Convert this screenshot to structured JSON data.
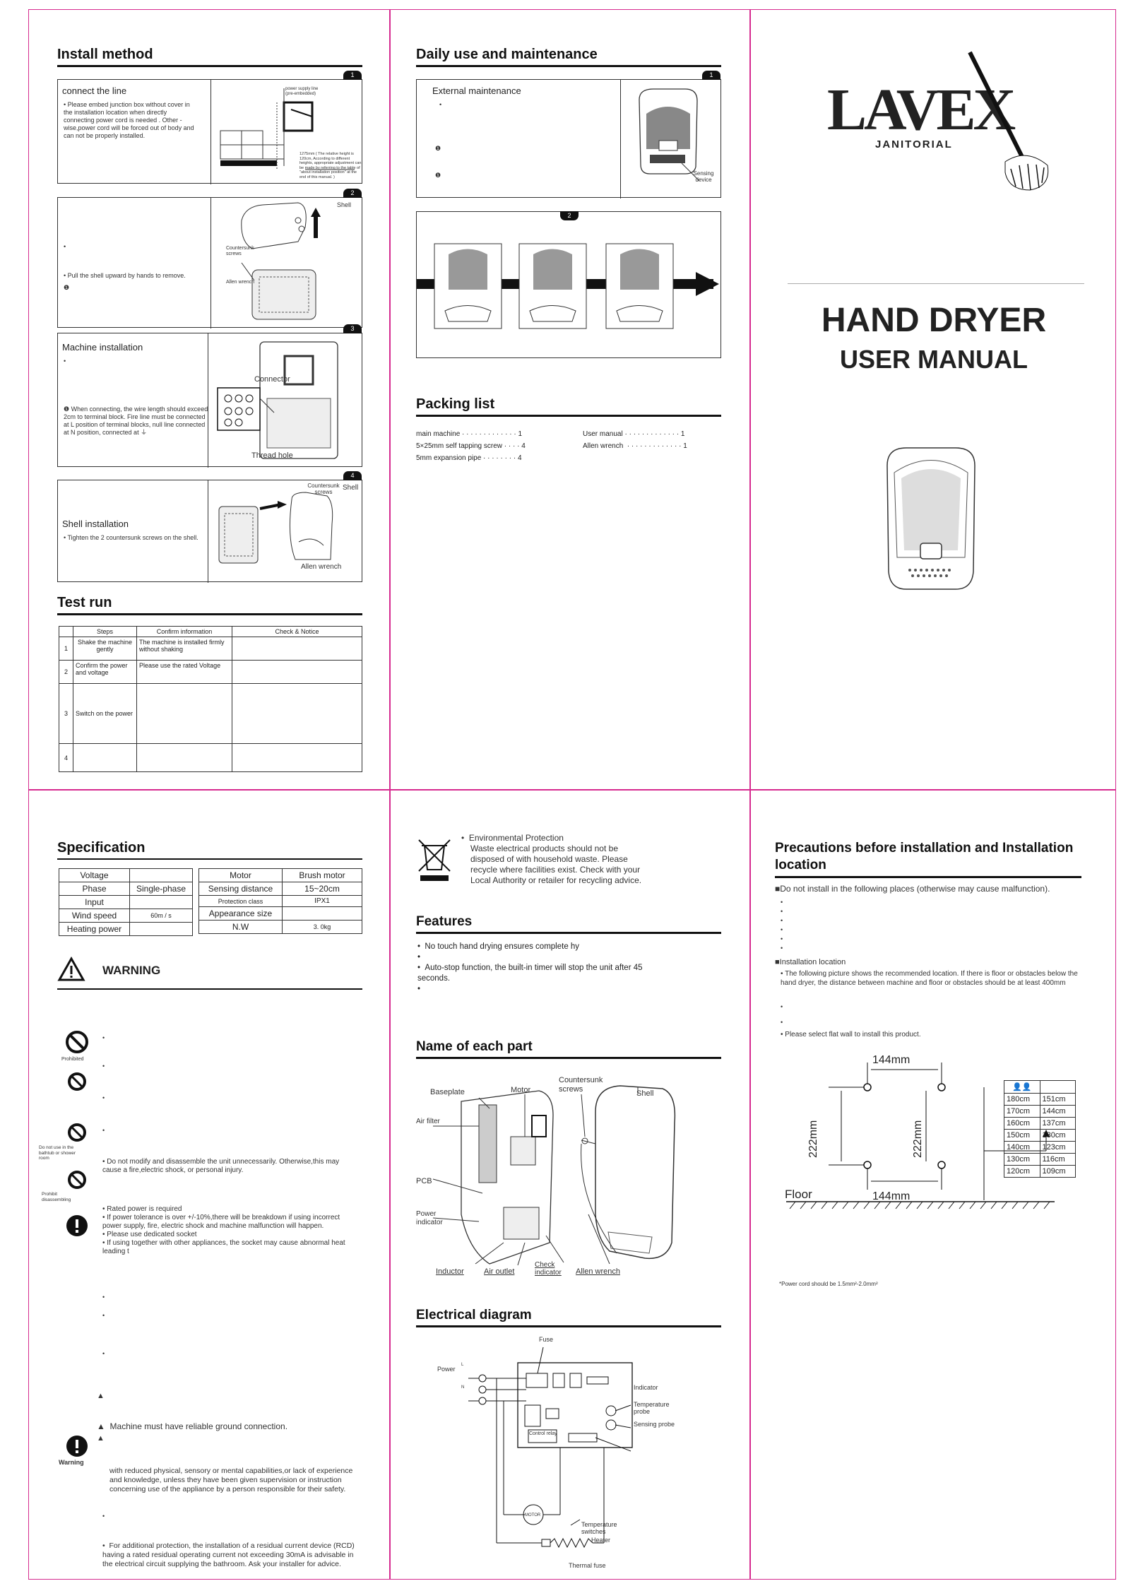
{
  "install": {
    "title": "Install method",
    "step1": {
      "num": "1",
      "title": "connect the line",
      "text": "Please embed junction box without cover in the installation location when directly connecting power cord is needed . Other -wise,power cord will be forced out of body and can not be properly installed.",
      "label": "power supply line (pre-embedded)",
      "height_note": "1275mm ( The relative height is 120cm, According to different heights, appropriate adjustment can be made by referring to the table of \"about installation position\" at the end of this manual. )"
    },
    "step2": {
      "num": "2",
      "text": "Pull the shell upward by hands to remove.",
      "shell": "Shell",
      "screws": "Countersunk screws",
      "wrench": "Allen wrench"
    },
    "step3": {
      "num": "3",
      "title": "Machine installation",
      "text": "When connecting, the wire length should exceed 2cm to terminal block. Fire line must be connected at L position of terminal blocks, null line connected at N position, connected at",
      "connector": "Connector",
      "thread": "Thread hole"
    },
    "step4": {
      "num": "4",
      "title": "Shell installation",
      "text": "Tighten the 2 countersunk screws on the shell.",
      "screws": "Countersunk screws",
      "shell": "Shell",
      "wrench": "Allen wrench"
    }
  },
  "test": {
    "title": "Test run",
    "headers": [
      "Steps",
      "Confirm information",
      "Check & Notice"
    ],
    "rows": [
      {
        "n": "1",
        "step": "Shake the machine gently",
        "info": "The machine is installed firmly without shaking"
      },
      {
        "n": "2",
        "step": "Confirm the power and voltage",
        "info": "Please use the rated Voltage"
      },
      {
        "n": "3",
        "step": "Switch on the power",
        "info": ""
      },
      {
        "n": "4",
        "step": "",
        "info": ""
      }
    ]
  },
  "daily": {
    "title": "Daily use and maintenance",
    "step1": {
      "num": "1",
      "title": "External maintenance",
      "sensing": "Sensing device"
    },
    "step2": {
      "num": "2"
    }
  },
  "packing": {
    "title": "Packing list",
    "left": [
      {
        "name": "main machine",
        "qty": "1"
      },
      {
        "name": "5×25mm self tapping screw",
        "qty": "4"
      },
      {
        "name": "5mm expansion pipe",
        "qty": "4"
      }
    ],
    "right": [
      {
        "name": "User manual",
        "qty": "1"
      },
      {
        "name": "Allen wrench",
        "qty": "1"
      }
    ]
  },
  "cover": {
    "brand": "LAVEX",
    "sub": "JANITORIAL",
    "title": "HAND DRYER",
    "subtitle": "USER MANUAL"
  },
  "spec": {
    "title": "Specification",
    "left": [
      [
        "Voltage",
        ""
      ],
      [
        "Phase",
        "Single-phase"
      ],
      [
        "Input",
        ""
      ],
      [
        "Wind speed",
        "60m / s"
      ],
      [
        "Heating power",
        ""
      ]
    ],
    "right": [
      [
        "Motor",
        "Brush motor"
      ],
      [
        "Sensing distance",
        "15~20cm"
      ],
      [
        "Protection class",
        "IPX1"
      ],
      [
        "Appearance size",
        ""
      ],
      [
        "N.W",
        "3. 0kg"
      ]
    ]
  },
  "warning": {
    "title": "WARNING",
    "prohibited": "Prohibited",
    "bathtub": "Do not use in the bathtub or shower room",
    "disassemble_label": "Prohibit disassembling",
    "warning_label": "Warning",
    "disassemble": "Do not modify and disassemble the unit unnecessarily. Otherwise,this may cause a fire,electric shock, or personal injury.",
    "power": [
      "Rated power is required",
      "If power tolerance is over +/-10%,there will be breakdown if using incorrect power supply, fire, electric shock and machine malfunction will happen.",
      "Please use dedicated socket",
      "If using together with other appliances, the socket may cause abnormal heat leading t"
    ],
    "ground": "Machine must have reliable ground connection.",
    "capabilities": "with reduced physical, sensory or mental capabilities,or lack of experience and  knowledge, unless they have been given supervision or instruction concerning use of the appliance by a person responsible for their safety.",
    "rcd": "For additional protection, the installation of a residual current device (RCD) having a rated residual operating current not exceeding 30mA is advisable in the electrical circuit supplying the bathroom. Ask your installer for advice."
  },
  "env": {
    "title": "Environmental Protection",
    "text": "Waste electrical products should not be disposed of with household waste. Please recycle where facilities exist. Check with your Local Authority or retailer for recycling advice."
  },
  "features": {
    "title": "Features",
    "items": [
      "No touch hand drying ensures complete hy",
      "",
      "Auto-stop function,  the built-in timer will stop the unit after 45 seconds.",
      ""
    ]
  },
  "parts": {
    "title": "Name of each part",
    "labels": [
      "Baseplate",
      "Motor",
      "Countersunk screws",
      "Shell",
      "Air filter",
      "PCB",
      "Power indicator",
      "Inductor",
      "Air outlet",
      "Check indicator",
      "Allen wrench"
    ]
  },
  "elec": {
    "title": "Electrical diagram",
    "labels": [
      "Fuse",
      "Power",
      "L",
      "N",
      "Indicator",
      "Temperature probe",
      "Sensing probe",
      "Control relay",
      "MOTOR",
      "Temperature switches",
      "Heater",
      "Thermal fuse"
    ]
  },
  "precautions": {
    "title": "Precautions before installation and Installation location",
    "no_install": "Do not install in the following places (otherwise may cause malfunction).",
    "location_title": "Installation location",
    "loc1": "The following picture shows the recommended location. If there is floor or obstacles below the hand dryer, the distance between machine and floor or obstacles should be at least 400mm",
    "flat": "Please select flat wall to install this product.",
    "dim_w": "144mm",
    "dim_h": "222mm",
    "floor": "Floor",
    "cord": "*Power cord should be 1.5mm²-2.0mm²",
    "heights": [
      [
        "180cm",
        "151cm"
      ],
      [
        "170cm",
        "144cm"
      ],
      [
        "160cm",
        "137cm"
      ],
      [
        "150cm",
        "130cm"
      ],
      [
        "140cm",
        "123cm"
      ],
      [
        "130cm",
        "116cm"
      ],
      [
        "120cm",
        "109cm"
      ]
    ]
  }
}
